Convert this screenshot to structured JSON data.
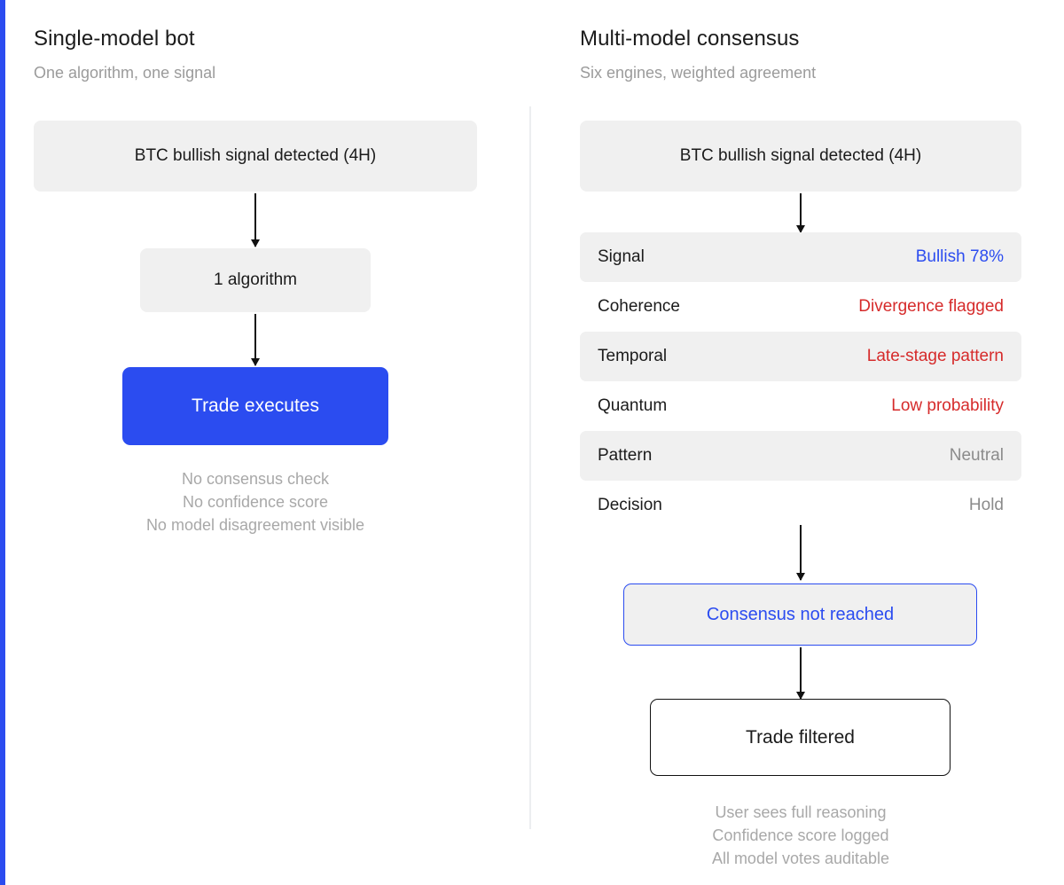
{
  "theme": {
    "accent_blue": "#2b4cf0",
    "alert_red": "#d62b2b",
    "muted_grey": "#a8a8a8",
    "panel_grey": "#f0f0f0"
  },
  "left_column": {
    "title": "Single-model bot",
    "subtitle": "One algorithm, one signal",
    "signal_box": "BTC bullish signal detected (4H)",
    "algorithm_box": "1 algorithm",
    "result_box": "Trade executes",
    "notes": [
      "No consensus check",
      "No confidence score",
      "No model disagreement visible"
    ]
  },
  "right_column": {
    "title": "Multi-model consensus",
    "subtitle": "Six engines, weighted agreement",
    "signal_box": "BTC bullish signal detected (4H)",
    "rows": [
      {
        "label": "Signal",
        "value": "Bullish 78%",
        "tone": "blue",
        "striped": true
      },
      {
        "label": "Coherence",
        "value": "Divergence flagged",
        "tone": "red",
        "striped": false
      },
      {
        "label": "Temporal",
        "value": "Late-stage pattern",
        "tone": "red",
        "striped": true
      },
      {
        "label": "Quantum",
        "value": "Low probability",
        "tone": "red",
        "striped": false
      },
      {
        "label": "Pattern",
        "value": "Neutral",
        "tone": "grey",
        "striped": true
      },
      {
        "label": "Decision",
        "value": "Hold",
        "tone": "grey",
        "striped": false
      }
    ],
    "consensus_box": "Consensus not reached",
    "result_box": "Trade filtered",
    "notes": [
      "User sees full reasoning",
      "Confidence score logged",
      "All model votes auditable"
    ]
  }
}
